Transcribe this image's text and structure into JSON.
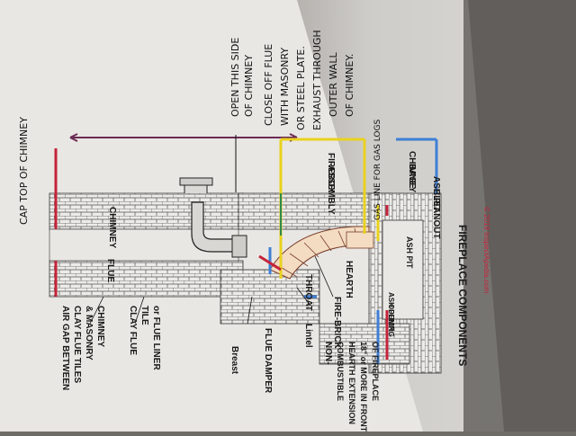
{
  "diagram": {
    "title": "FIREPLACE COMPONENTS",
    "copyright": "© 2019 InspectApedia.com",
    "labels": {
      "chimney": "CHIMNEY",
      "flue": "FLUE",
      "firebox_1": "FIREBOX",
      "firebox_2": "ASSEMBLY",
      "chimney_base_1": "CHIMNEY",
      "chimney_base_2": "BASE",
      "ash_pit_cleanout_1": "ASH PIT",
      "ash_pit_cleanout_2": "CLEANOUT",
      "ash_pit": "ASH PIT",
      "ash_dump_1": "ASH DUMP",
      "ash_dump_2": "OPENING",
      "hearth": "HEARTH",
      "throat": "THROAT",
      "fire_brick": "FIRE-BRICK",
      "lintel": "Lintel",
      "flue_damper": "FLUE DAMPER",
      "breast": "Breast",
      "air_gap_1": "AIR GAP BETWEEN",
      "air_gap_2": "CLAY FLUE TILES",
      "air_gap_3": "& MASONRY",
      "air_gap_4": "CHIMNEY",
      "clay_flue_1": "CLAY FLUE",
      "clay_flue_2": "TILE",
      "clay_flue_3": "or FLUE LINER",
      "noncomb_1": "NON-",
      "noncomb_2": "COMBUSTIBLE",
      "noncomb_3": "HEARTH EXTENSION",
      "noncomb_4": "18\" or MORE IN FRONT",
      "noncomb_5": "OF FIREPLACE"
    },
    "handwritten": {
      "cap": "CAP TOP OF CHIMNEY",
      "gas_line": "GAS LINE FOR GAS LOGS",
      "note_1": "OPEN THIS SIDE",
      "note_2": "OF CHIMNEY",
      "note_3": "CLOSE OFF FLUE",
      "note_4": "WITH MASONRY",
      "note_5": "OR STEEL PLATE.",
      "note_6": "EXHAUST THROUGH",
      "note_7": "OUTER WALL",
      "note_8": "OF CHIMNEY."
    },
    "colors": {
      "paper": "#e9e7e3",
      "ink": "#1a1a1a",
      "marker_red": "#c4233a",
      "marker_yellow": "#e9d21e",
      "marker_blue": "#3e7fd6",
      "marker_purple": "#6a2a52",
      "brick_fill": "#f3dcc2",
      "green": "#2f8a4a"
    }
  }
}
